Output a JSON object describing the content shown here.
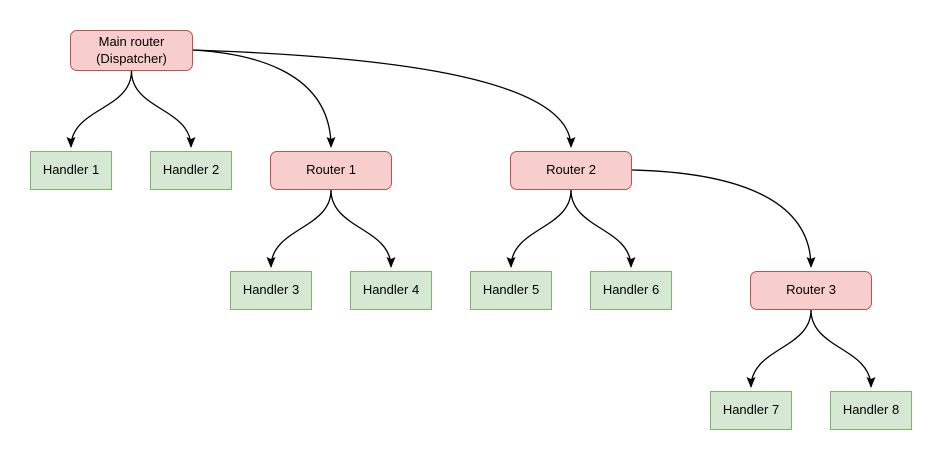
{
  "diagram": {
    "colors": {
      "router_fill": "#f8cecc",
      "router_stroke": "#b85450",
      "handler_fill": "#d5e8d4",
      "handler_stroke": "#82b366",
      "edge": "#000000",
      "text": "#000000",
      "background": "#ffffff"
    },
    "nodes": [
      {
        "id": "main-router",
        "kind": "router",
        "label": "Main router\n(Dispatcher)"
      },
      {
        "id": "handler-1",
        "kind": "handler",
        "label": "Handler 1"
      },
      {
        "id": "handler-2",
        "kind": "handler",
        "label": "Handler 2"
      },
      {
        "id": "router-1",
        "kind": "router",
        "label": "Router 1"
      },
      {
        "id": "router-2",
        "kind": "router",
        "label": "Router 2"
      },
      {
        "id": "handler-3",
        "kind": "handler",
        "label": "Handler 3"
      },
      {
        "id": "handler-4",
        "kind": "handler",
        "label": "Handler 4"
      },
      {
        "id": "handler-5",
        "kind": "handler",
        "label": "Handler 5"
      },
      {
        "id": "handler-6",
        "kind": "handler",
        "label": "Handler 6"
      },
      {
        "id": "router-3",
        "kind": "router",
        "label": "Router 3"
      },
      {
        "id": "handler-7",
        "kind": "handler",
        "label": "Handler 7"
      },
      {
        "id": "handler-8",
        "kind": "handler",
        "label": "Handler 8"
      }
    ],
    "edges": [
      {
        "from": "main-router",
        "to": "handler-1"
      },
      {
        "from": "main-router",
        "to": "handler-2"
      },
      {
        "from": "main-router",
        "to": "router-1"
      },
      {
        "from": "main-router",
        "to": "router-2"
      },
      {
        "from": "router-1",
        "to": "handler-3"
      },
      {
        "from": "router-1",
        "to": "handler-4"
      },
      {
        "from": "router-2",
        "to": "handler-5"
      },
      {
        "from": "router-2",
        "to": "handler-6"
      },
      {
        "from": "router-2",
        "to": "router-3"
      },
      {
        "from": "router-3",
        "to": "handler-7"
      },
      {
        "from": "router-3",
        "to": "handler-8"
      }
    ]
  }
}
